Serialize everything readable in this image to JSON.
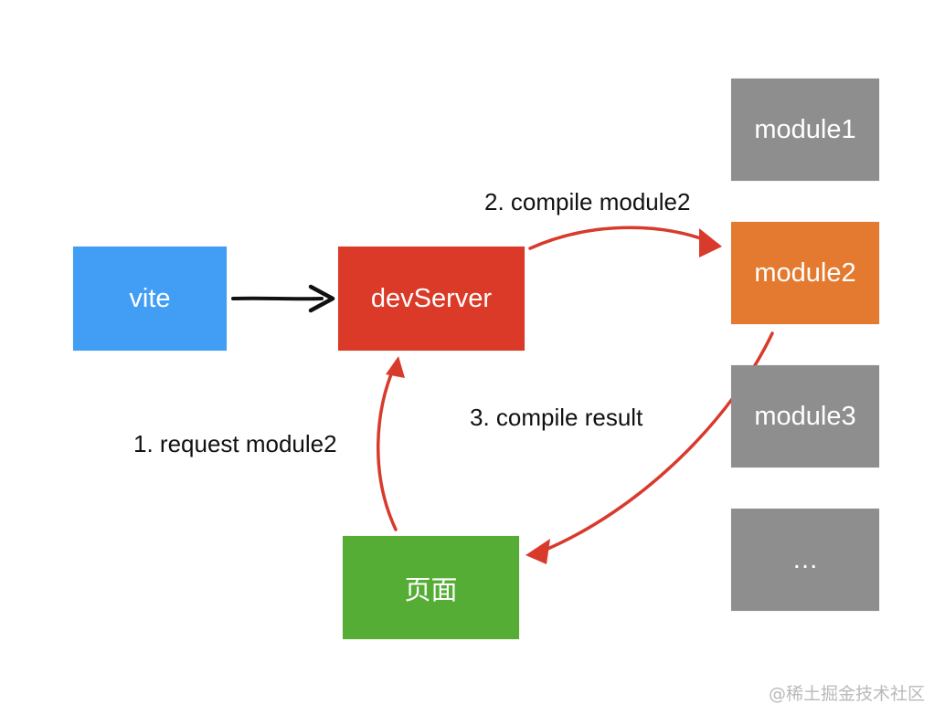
{
  "nodes": {
    "vite": {
      "label": "vite",
      "color": "#429ef5"
    },
    "devserver": {
      "label": "devServer",
      "color": "#da3a27"
    },
    "page": {
      "label": "页面",
      "color": "#55ad35"
    },
    "module1": {
      "label": "module1",
      "color": "#8e8e8e"
    },
    "module2": {
      "label": "module2",
      "color": "#e37a2f"
    },
    "module3": {
      "label": "module3",
      "color": "#8e8e8e"
    },
    "module_more": {
      "label": "…",
      "color": "#8e8e8e"
    }
  },
  "edges": {
    "request": {
      "label": "1. request module2",
      "color": "#d83a2c"
    },
    "compile": {
      "label": "2. compile module2",
      "color": "#d83a2c"
    },
    "result": {
      "label": "3. compile result",
      "color": "#d83a2c"
    },
    "vite_to_devserver": {
      "color": "#111111"
    }
  },
  "watermark": "@稀土掘金技术社区"
}
